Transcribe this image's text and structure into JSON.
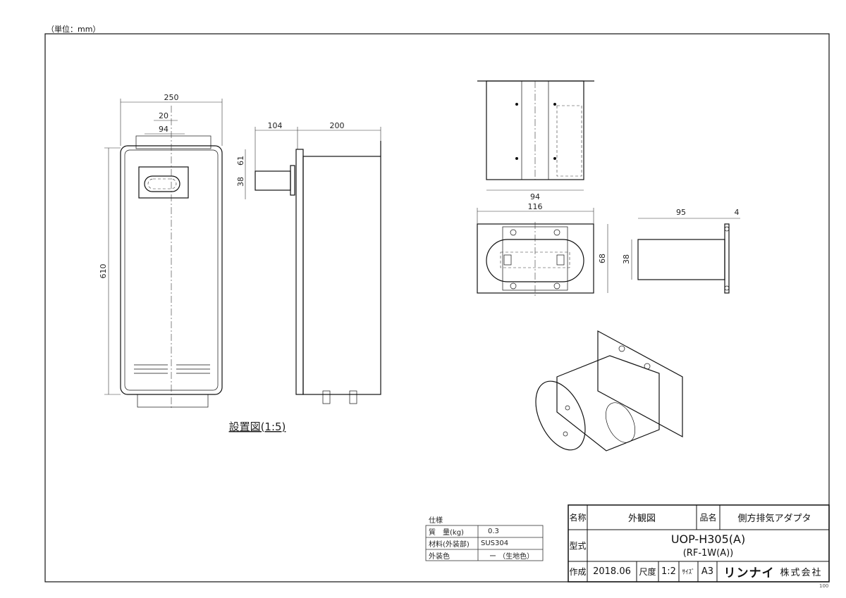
{
  "unit_note": "（単位：mm）",
  "installation_caption": "設置図(1:5)",
  "dimensions": {
    "front_width": "250",
    "front_offset": "20",
    "front_pitch": "94",
    "front_height": "610",
    "side_depth_adapter": "104",
    "side_depth_body": "200",
    "side_top_offset": "61",
    "side_pipe_height": "38",
    "top_view_width": "94",
    "front_adapter_width": "116",
    "front_adapter_height": "68",
    "side_adapter_length": "95",
    "side_adapter_flange": "4",
    "side_adapter_height": "38"
  },
  "spec": {
    "title": "仕様",
    "rows": [
      {
        "label": "質　量(kg)",
        "value": "0.3"
      },
      {
        "label": "材料(外装部)",
        "value": "SUS304"
      },
      {
        "label": "外装色",
        "value": "ー （生地色）"
      }
    ]
  },
  "title_block": {
    "name_label": "名称",
    "name_value": "外観図",
    "product_label": "品名",
    "product_value": "側方排気アダプタ",
    "model_label": "型式",
    "model_value": "UOP-H305(A)",
    "model_sub": "(RF-1W(A))",
    "created_label": "作成",
    "created_value": "2018.06",
    "scale_label": "尺度",
    "scale_value": "1:2",
    "size_label": "ｻｲｽﾞ",
    "size_value": "A3",
    "company_logo": "リンナイ",
    "company_suffix": "株式会社"
  },
  "sheet_code": "100"
}
